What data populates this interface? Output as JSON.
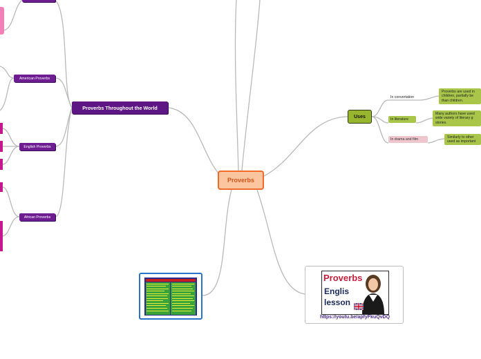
{
  "central": {
    "label": "Proverbs"
  },
  "world": {
    "label": "Proverbs Throughout the World",
    "children": [
      {
        "label": "American Proverbs"
      },
      {
        "label": "English Proverbs"
      },
      {
        "label": "African Proverbs"
      }
    ]
  },
  "uses": {
    "label": "Uses",
    "items": [
      {
        "label": "In convertation",
        "detail": "Proverbs are used in children, partially be than children."
      },
      {
        "label": "In literature",
        "detail": "Many authors have used wide variety of literary g stories."
      },
      {
        "label": "In drama and film",
        "detail": "Similarly to other used as important"
      }
    ]
  },
  "video": {
    "thumb_title": "Proverbs",
    "thumb_line2": "Englis",
    "thumb_line3": "lesson",
    "url": "https://youtu.be/apfyFkuQvDQ"
  },
  "colors": {
    "central_fill": "#fbc59f",
    "central_border": "#f06a2a",
    "world_fill": "#5e1685",
    "uses_fill": "#97b52f",
    "link": "#b9b9b9"
  }
}
